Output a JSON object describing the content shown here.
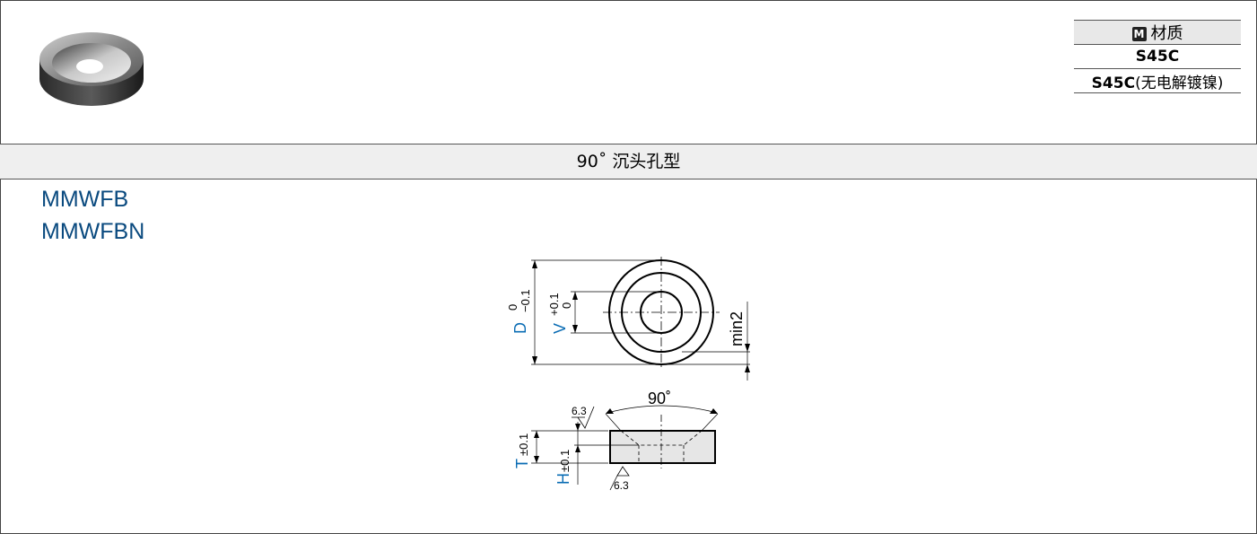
{
  "product_image": {
    "alt_icon": "countersunk-washer-photo"
  },
  "material_table": {
    "badge": "M",
    "header": "材质",
    "rows": [
      {
        "bold": "S45C",
        "normal": ""
      },
      {
        "bold": "S45C",
        "normal": "(无电解镀镍)"
      }
    ]
  },
  "type_bar": {
    "label": "90˚ 沉头孔型"
  },
  "part_codes": [
    "MMWFB",
    "MMWFBN"
  ],
  "drawing": {
    "top_view": {
      "d_label": "D",
      "d_tol_upper": "0",
      "d_tol_lower": "−0.1",
      "v_label": "V",
      "v_tol_upper": "+0.1",
      "v_tol_lower": "0",
      "min_label": "min2"
    },
    "side_view": {
      "angle_label": "90˚",
      "roughness_top": "6.3",
      "roughness_bottom": "6.3",
      "t_label": "T",
      "t_tol": "±0.1",
      "h_label": "H",
      "h_tol": "±0.1"
    },
    "colors": {
      "dimension_letter": "#0a6cb4",
      "line": "#000000",
      "fill": "#e6e6e6"
    }
  }
}
